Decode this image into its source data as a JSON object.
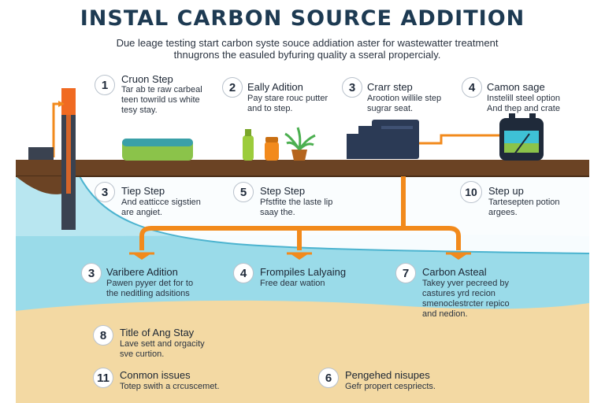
{
  "title": "INSTAL CARBON SOURCE ADDITION",
  "subtitle": {
    "line1": "Due leage testing start carbon syste souce addiation aster for wastewatter treatment",
    "line2": "thnugrons the easuled byfuring quality a sseral propercialy."
  },
  "steps": [
    {
      "num": "1",
      "title": "Cruon Step",
      "desc": "Tar ab te raw carbeal\nteen towrild us white\ntesy stay."
    },
    {
      "num": "2",
      "title": "Eally Adition",
      "desc": "Pay stare rouc putter\nand to step."
    },
    {
      "num": "3",
      "title": "Crarr step",
      "desc": "Arootion willile step\nsugrar seat."
    },
    {
      "num": "4",
      "title": "Camon sage",
      "desc": "Instelill steel option\nAnd thep and crate"
    },
    {
      "num": "3",
      "title": "Tiep Step",
      "desc": "And eatticce sigstien\nare angiet."
    },
    {
      "num": "5",
      "title": "Step Step",
      "desc": "Pfstfite the laste lip\nsaay the."
    },
    {
      "num": "10",
      "title": "Step up",
      "desc": "Tartesepten potion\nargees."
    },
    {
      "num": "3",
      "title": "Varibere Adition",
      "desc": "Pawen pyyer det for to\nthe neditling adsitions"
    },
    {
      "num": "4",
      "title": "Frompiles Lalyaing",
      "desc": "Free dear wation"
    },
    {
      "num": "7",
      "title": "Carbon Asteal",
      "desc": "Takey yver pecreed by\ncastures yrd recion\nsmenoclestrcter repico\nand nedion."
    },
    {
      "num": "8",
      "title": "Title of Ang Stay",
      "desc": "Lave sett and orgacity\nsve curtion."
    },
    {
      "num": "11",
      "title": "Conmon issues",
      "desc": "Totep swith a crcuscemet."
    },
    {
      "num": "6",
      "title": "Pengehed nisupes",
      "desc": "Gefr propert cespriects."
    }
  ],
  "colors": {
    "title": "#1d3a52",
    "ground": "#6b4324",
    "water": "#8fd6e6",
    "sand": "#f3d9a3",
    "pipe": "#f28a1c",
    "machine": "#2b3a55"
  }
}
